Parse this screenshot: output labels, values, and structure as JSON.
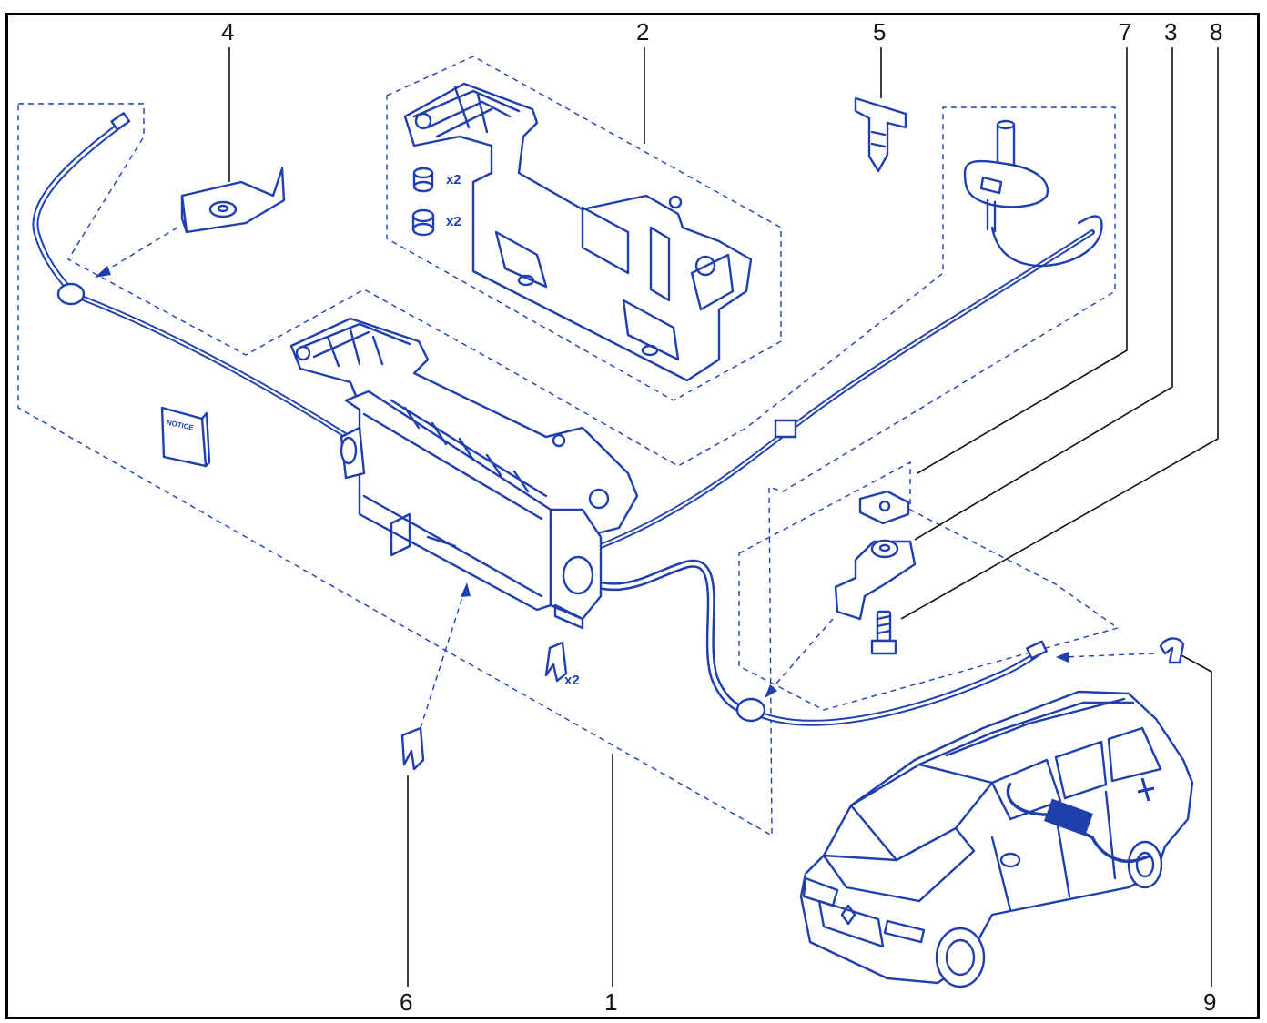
{
  "callouts": [
    "1",
    "2",
    "3",
    "4",
    "5",
    "6",
    "7",
    "8",
    "9"
  ],
  "multipliers": {
    "seal_a": "x2",
    "seal_b": "x2",
    "clip": "x2"
  },
  "booklet_label": "NOTICE",
  "colors": {
    "ink": "#1f3fae",
    "frame": "#000000",
    "leader": "#111111"
  }
}
